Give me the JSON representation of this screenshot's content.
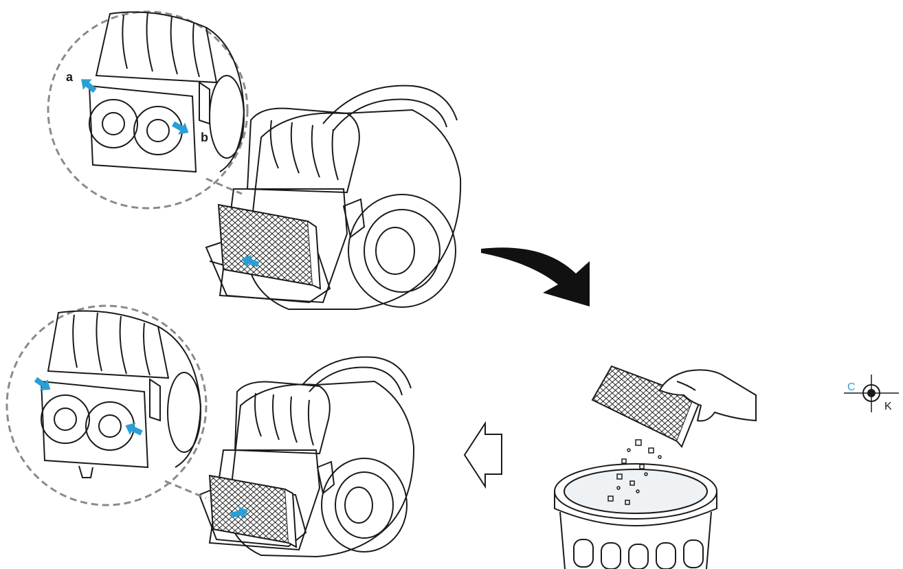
{
  "labels": {
    "a": "a",
    "b": "b",
    "registration_c": "C",
    "registration_k": "K"
  },
  "colors": {
    "line": "#1a1a1a",
    "accent_arrow": "#2a9fd6",
    "dashed_circle": "#8a8a8a",
    "registration_c": "#2aa0e0"
  },
  "icons": {
    "next_step": "curved-arrow-down-icon",
    "previous_step": "outline-arrow-left-icon",
    "registration": "crosshair-icon"
  }
}
